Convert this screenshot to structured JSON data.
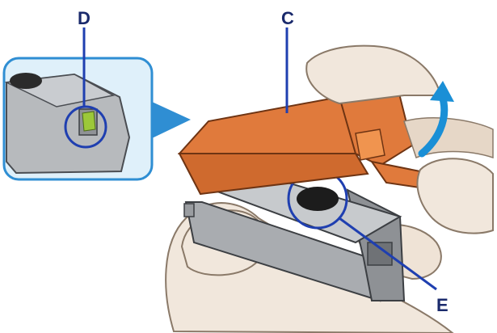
{
  "labels": {
    "c": "C",
    "d": "D",
    "e": "E"
  },
  "parts": {
    "c": "cap",
    "d": "detail",
    "e": "ink port"
  },
  "colors": {
    "orange_cap": "#e07a3c",
    "orange_dark": "#b95a22",
    "gray_body": "#b9bcc0",
    "gray_dark": "#7d8084",
    "skin": "#f1e7dc",
    "skin_shadow": "#d9c8b6",
    "blue_highlight": "#1f3fb0",
    "arrow_blue": "#1a8fd6",
    "inset_bg": "#dff0fa",
    "label_color": "#1a2a6c"
  },
  "icons": {
    "rotate_arrow": "curved-arrow-icon"
  }
}
